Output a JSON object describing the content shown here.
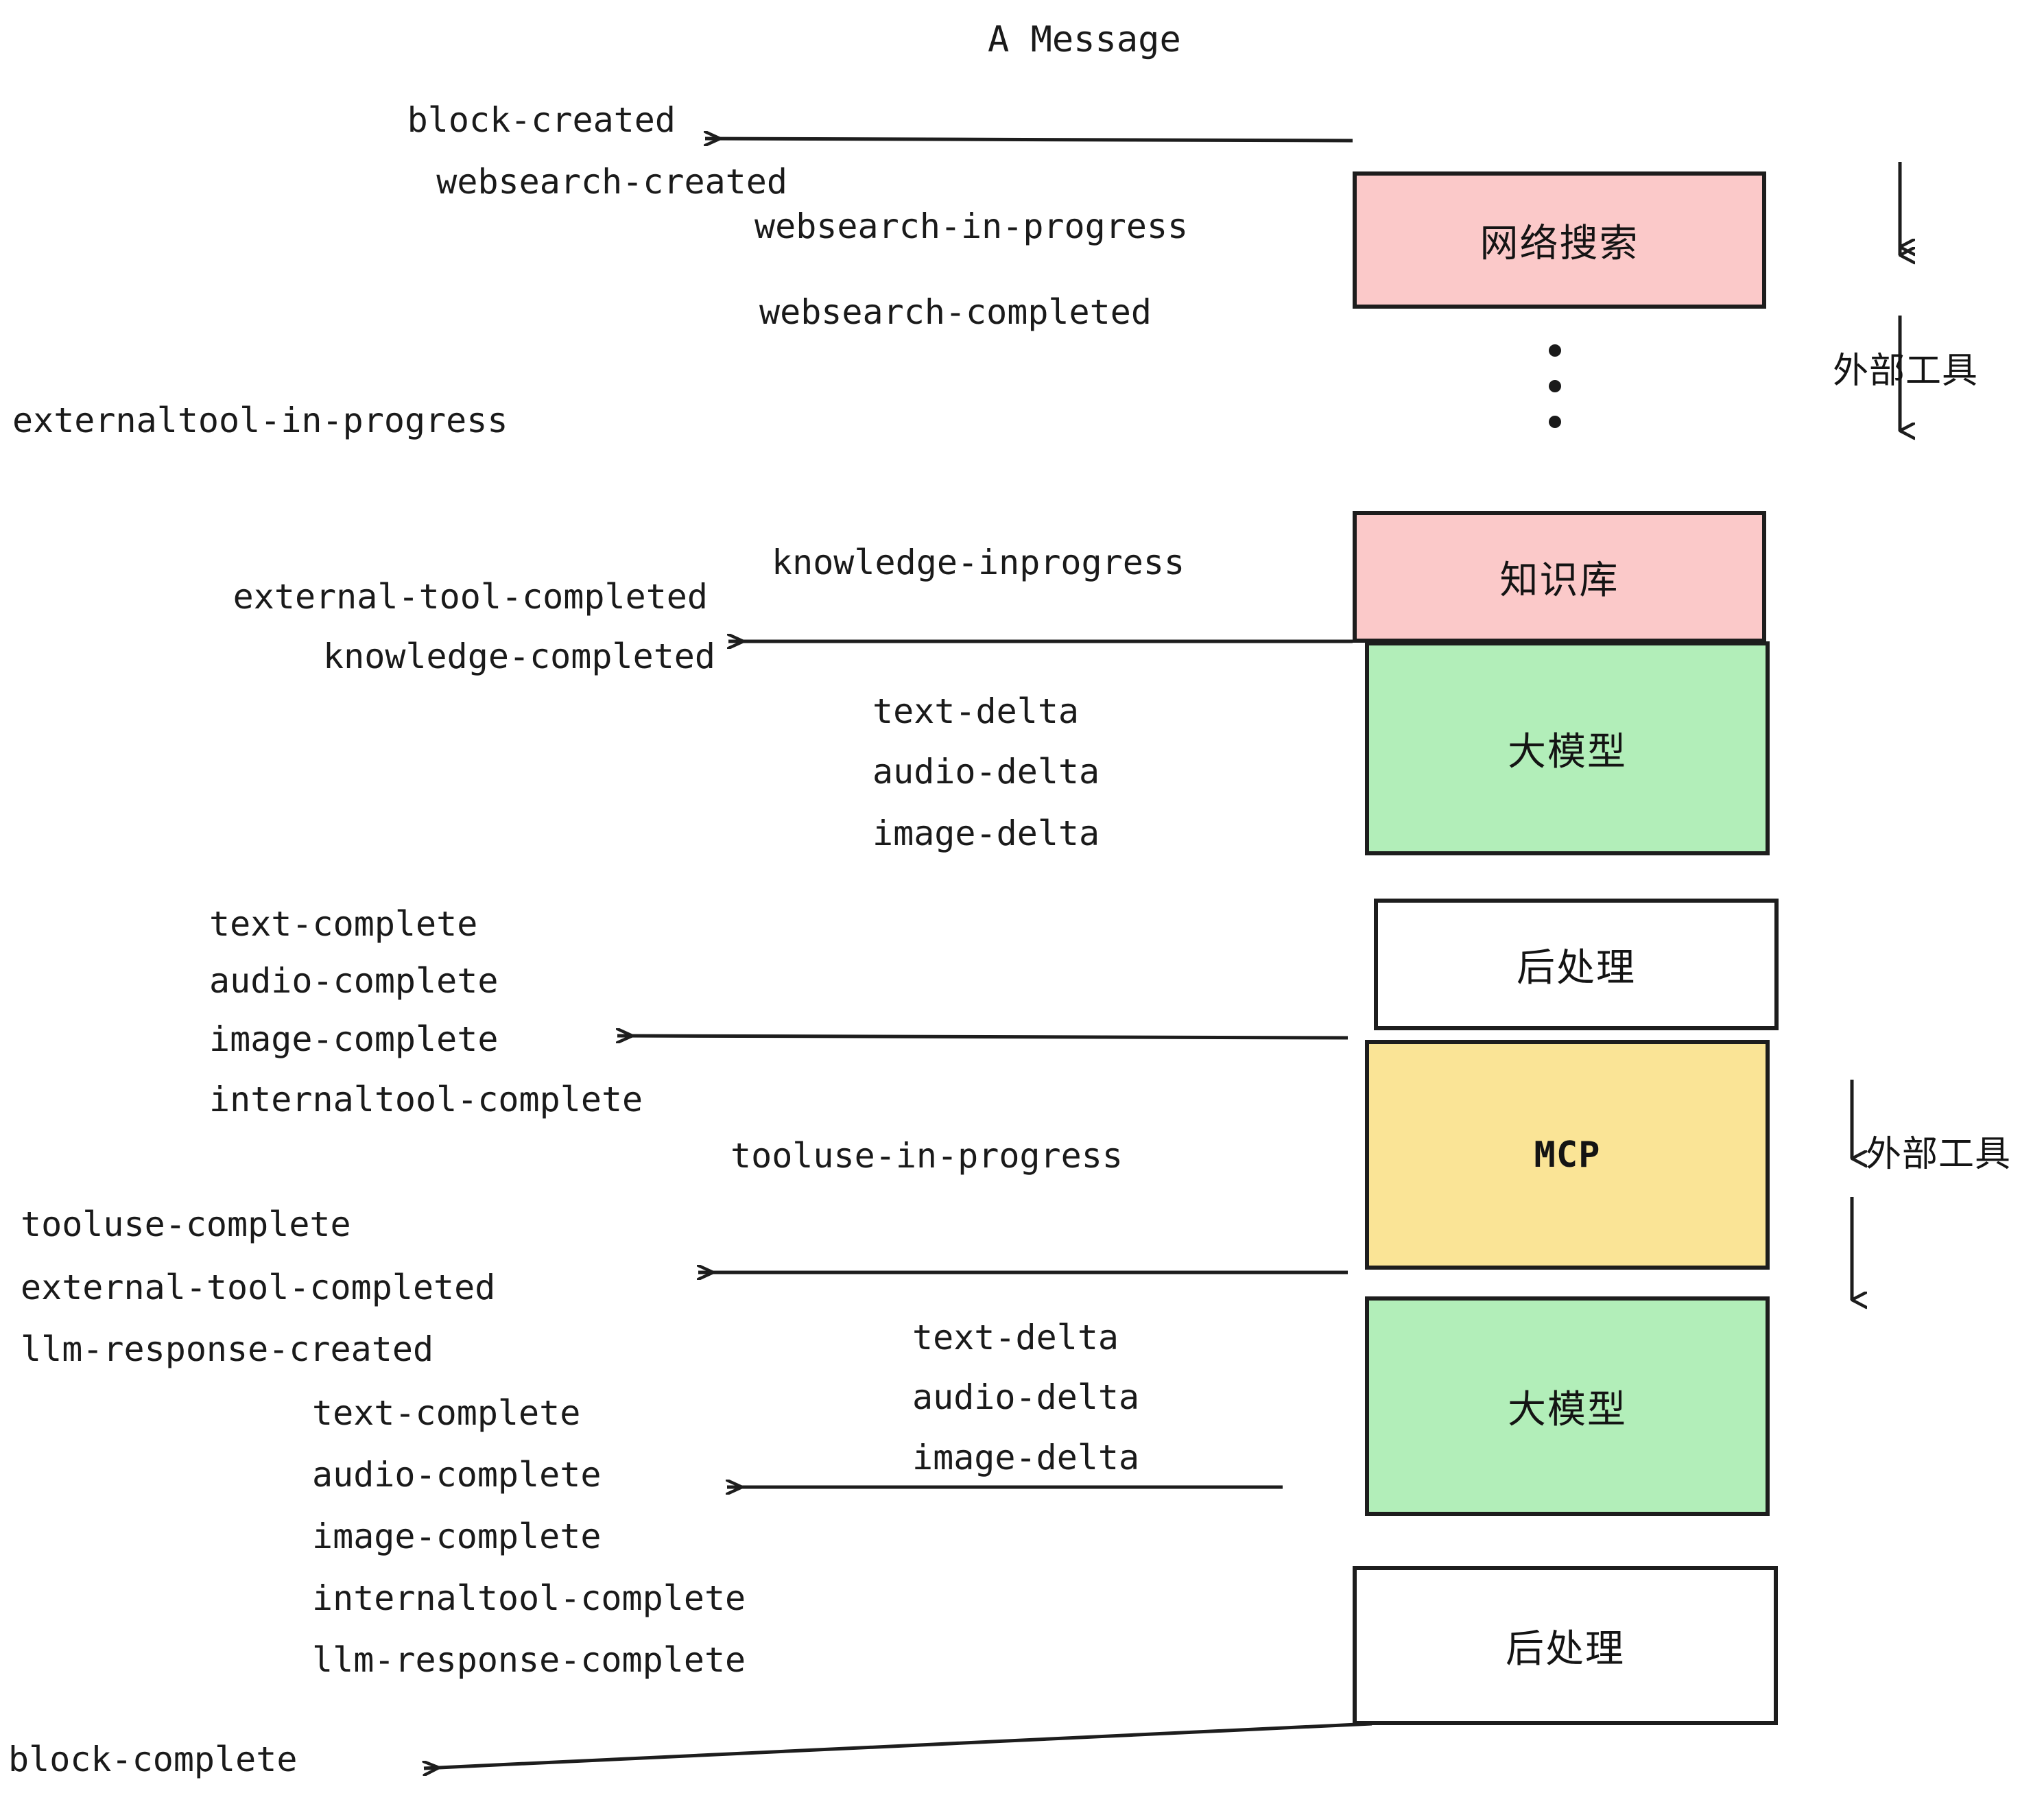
{
  "title": "A Message",
  "colors": {
    "pink": "#fbc9c9",
    "green": "#b2eeb9",
    "yellow": "#fae496",
    "white": "#ffffff",
    "stroke": "#1d1d1d",
    "text": "#1a1a1a"
  },
  "boxes": [
    {
      "id": "websearch",
      "label": "网络搜索",
      "fill": "pink"
    },
    {
      "id": "knowledge",
      "label": "知识库",
      "fill": "pink"
    },
    {
      "id": "llm-1",
      "label": "大模型",
      "fill": "green"
    },
    {
      "id": "postproc-1",
      "label": "后处理",
      "fill": "white"
    },
    {
      "id": "mcp",
      "label": "MCP",
      "fill": "yellow"
    },
    {
      "id": "llm-2",
      "label": "大模型",
      "fill": "green"
    },
    {
      "id": "postproc-2",
      "label": "后处理",
      "fill": "white"
    }
  ],
  "side_labels": [
    {
      "id": "external-tools-top",
      "label": "外部工具"
    },
    {
      "id": "external-tools-bottom",
      "label": "外部工具"
    }
  ],
  "events": {
    "group_block_created": [
      "block-created",
      "websearch-created"
    ],
    "group_websearch": [
      "websearch-in-progress",
      "websearch-completed"
    ],
    "externaltool_in_progress": "externaltool-in-progress",
    "knowledge_inprogress": "knowledge-inprogress",
    "group_knowledge_done": [
      "external-tool-completed",
      "knowledge-completed"
    ],
    "group_deltas_1": [
      "text-delta",
      "audio-delta",
      "image-delta"
    ],
    "group_completes_1": [
      "text-complete",
      "audio-complete",
      "image-complete",
      "internaltool-complete"
    ],
    "tooluse_in_progress": "tooluse-in-progress",
    "group_tooluse_done": [
      "tooluse-complete",
      "external-tool-completed",
      "llm-response-created"
    ],
    "group_deltas_2": [
      "text-delta",
      "audio-delta",
      "image-delta"
    ],
    "group_completes_2": [
      "text-complete",
      "audio-complete",
      "image-complete",
      "internaltool-complete",
      "llm-response-complete"
    ],
    "block_complete": "block-complete"
  }
}
